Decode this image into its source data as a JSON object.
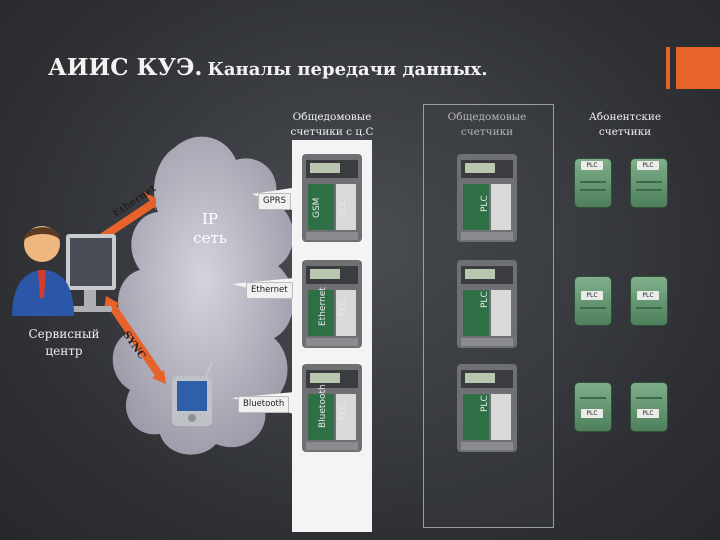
{
  "title": {
    "main": "АИИС КУЭ.",
    "sub": "Каналы передачи данных."
  },
  "columns": [
    {
      "line1": "Общедомовые",
      "line2": "счетчики с ц.С"
    },
    {
      "line1": "Общедомовые",
      "line2": "счетчики"
    },
    {
      "line1": "Абонентские",
      "line2": "счетчики"
    }
  ],
  "cloud": {
    "line1": "IP",
    "line2": "сеть"
  },
  "service_center": {
    "line1": "Сервисный",
    "line2": "центр"
  },
  "channels": {
    "gprs": "GPRS",
    "ethernet": "Ethernet",
    "bluetooth": "Bluetooth"
  },
  "arrows": {
    "ethernet": "Ethernet",
    "sync": "SYNC"
  },
  "meter_modules": {
    "gsm": "GSM",
    "ethernet": "Ethernet",
    "bluetooth": "Bluetooth",
    "plc": "PLC"
  },
  "plc_label": "PLC",
  "colors": {
    "accent": "#e8622b",
    "arrow": "#e8622b",
    "background": "#2e3034"
  },
  "icons": [
    "user-icon",
    "monitor-icon",
    "pda-icon",
    "cloud-icon",
    "meter-icon",
    "plc-module-icon"
  ]
}
